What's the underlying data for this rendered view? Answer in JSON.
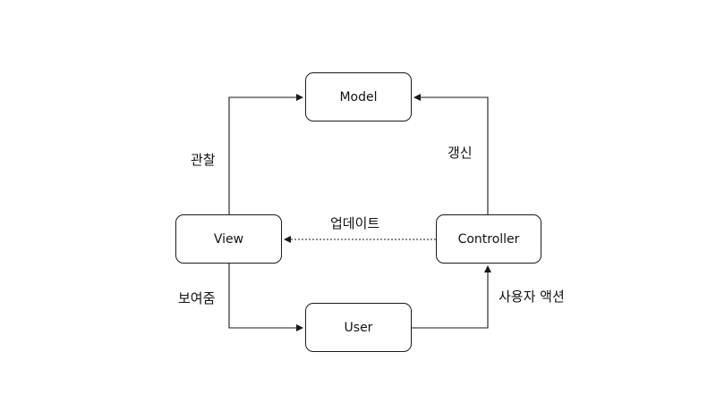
{
  "nodes": {
    "model": "Model",
    "view": "View",
    "controller": "Controller",
    "user": "User"
  },
  "edges": {
    "view_to_model": "관찰",
    "controller_to_model": "갱신",
    "controller_to_view": "업데이트",
    "view_to_user": "보여줌",
    "user_to_controller": "사용자 액션"
  },
  "colors": {
    "stroke": "#1a1a1a",
    "background": "#ffffff"
  }
}
